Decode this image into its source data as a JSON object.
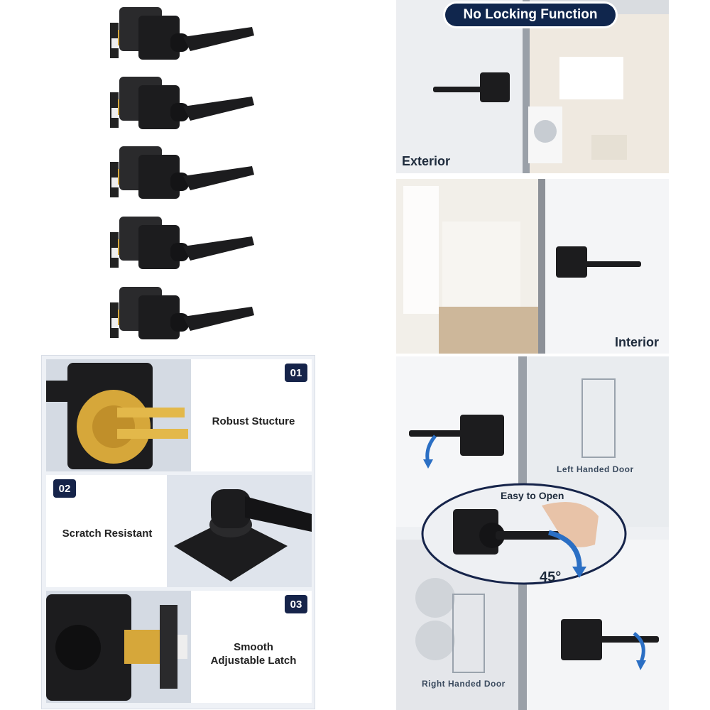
{
  "title": "No Locking Function",
  "photos": {
    "exterior_label": "Exterior",
    "interior_label": "Interior"
  },
  "features": [
    {
      "number": "01",
      "label": "Robust Stucture"
    },
    {
      "number": "02",
      "label": "Scratch Resistant"
    },
    {
      "number": "03",
      "label_line1": "Smooth",
      "label_line2": "Adjustable Latch"
    }
  ],
  "handing": {
    "left_label": "Left Handed Door",
    "right_label": "Right Handed Door",
    "easy_label": "Easy to Open",
    "angle_label": "45°"
  },
  "colors": {
    "accent": "#10264d",
    "arrow_blue": "#2b6fc4",
    "handle_black": "#1c1c1e",
    "brass": "#d6a73a"
  }
}
